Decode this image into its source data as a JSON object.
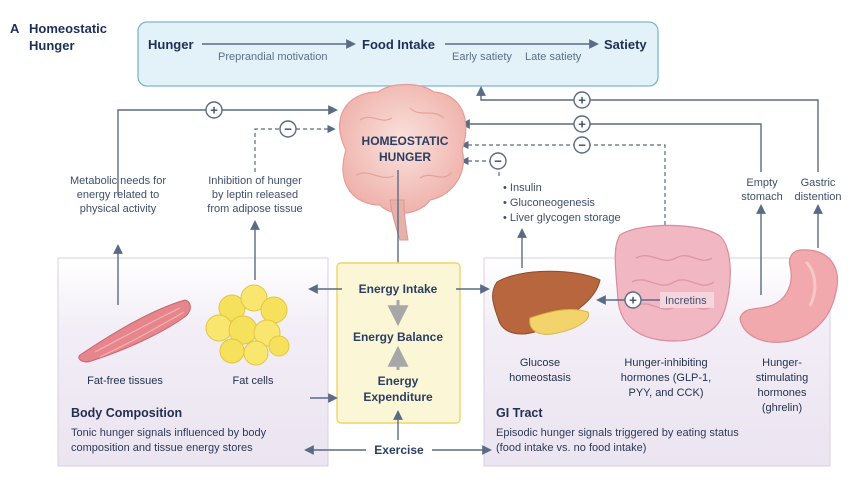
{
  "panel": {
    "letter": "A",
    "title_line1": "Homeostatic",
    "title_line2": "Hunger"
  },
  "top_flow": {
    "hunger": "Hunger",
    "preprandial": "Preprandial motivation",
    "food_intake": "Food Intake",
    "early_satiety": "Early satiety",
    "late_satiety": "Late satiety",
    "satiety": "Satiety"
  },
  "brain": {
    "line1": "HOMEOSTATIC",
    "line2": "HUNGER"
  },
  "signals": {
    "plus": "+",
    "minus": "−",
    "metabolic": [
      "Metabolic needs for",
      "energy related to",
      "physical activity"
    ],
    "leptin": [
      "Inhibition of hunger",
      "by leptin released",
      "from adipose tissue"
    ],
    "liver_list": [
      "• Insulin",
      "• Gluconeogenesis",
      "• Liver glycogen storage"
    ],
    "empty_stomach": [
      "Empty",
      "stomach"
    ],
    "gastric": [
      "Gastric",
      "distention"
    ],
    "incretins": "Incretins"
  },
  "energy": {
    "intake": "Energy Intake",
    "balance": "Energy Balance",
    "expenditure_line1": "Energy",
    "expenditure_line2": "Expenditure",
    "exercise": "Exercise"
  },
  "body_composition": {
    "fat_free": "Fat-free tissues",
    "fat_cells": "Fat cells",
    "title": "Body Composition",
    "desc_line1": "Tonic hunger signals influenced by body",
    "desc_line2": "composition and tissue energy stores"
  },
  "gi_tract": {
    "glucose": [
      "Glucose",
      "homeostasis"
    ],
    "inhibiting": [
      "Hunger-inhibiting",
      "hormones (GLP-1,",
      "PYY, and CCK)"
    ],
    "stimulating": [
      "Hunger-",
      "stimulating",
      "hormones",
      "(ghrelin)"
    ],
    "title": "GI Tract",
    "desc_line1": "Episodic hunger signals triggered by eating status",
    "desc_line2": "(food intake vs. no food intake)"
  },
  "colors": {
    "top_box_fill": "#e3f1f8",
    "top_box_stroke": "#7db6cf",
    "arrow": "#5a6b86",
    "energy_fill": "#fbf7d6",
    "energy_stroke": "#efd36a",
    "purple_panel": "#f0ebf4",
    "brain": "#f4c3bd",
    "liver": "#b8663e",
    "pancreas": "#f3d46c",
    "intestine": "#f1b7c3",
    "stomach": "#f2a9ae",
    "fat": "#f6e15d",
    "muscle": "#e6868c"
  }
}
